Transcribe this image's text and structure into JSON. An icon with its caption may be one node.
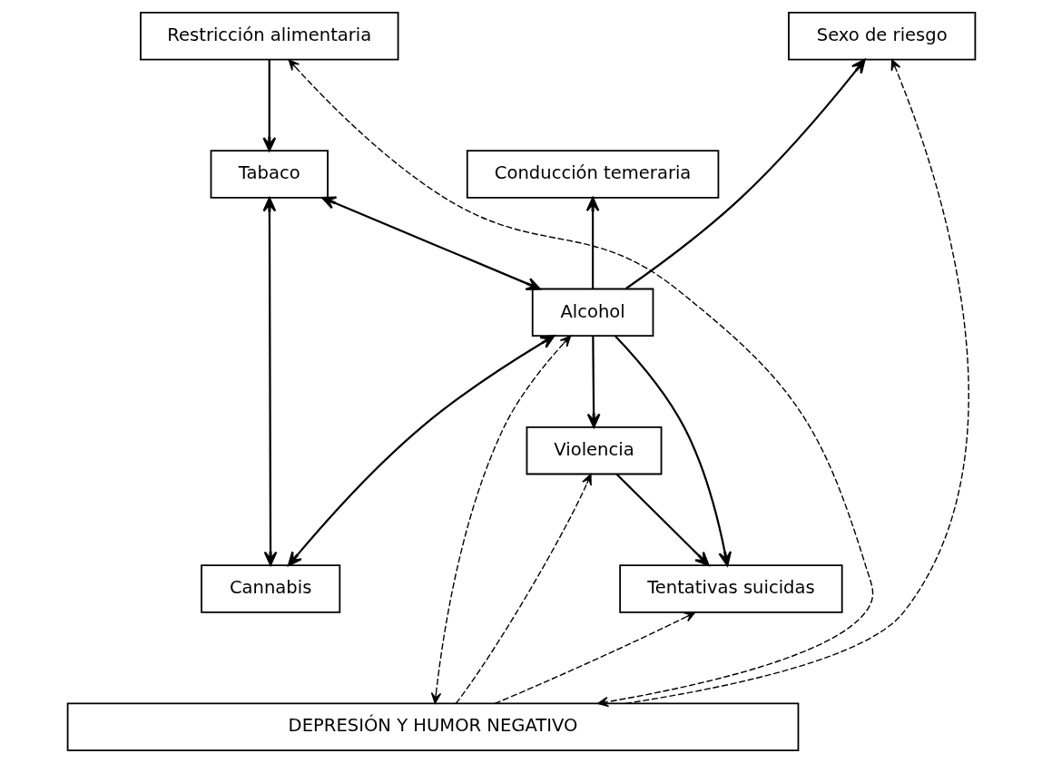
{
  "diagram": {
    "nodes": [
      {
        "text": [
          "Restricción alimentaria"
        ]
      },
      {
        "text": [
          "Sexo de riesgo"
        ]
      },
      {
        "text": [
          "Tabaco"
        ]
      },
      {
        "text": [
          "Conducción temeraria"
        ]
      },
      {
        "text": [
          "Alcohol"
        ]
      },
      {
        "text": [
          "Tentativas suicidas"
        ]
      },
      {
        "text": [
          "Cannabis"
        ]
      },
      {
        "text": [
          "Violencia"
        ]
      },
      {
        "text": [
          "DEPRESIÓN Y HUMOR NEGATIVO"
        ]
      }
    ],
    "edges": [
      {
        "from": 0,
        "to": 2,
        "arrow": "to"
      },
      {
        "from": 2,
        "to": 6,
        "arrow": "both"
      },
      {
        "from": 2,
        "to": 4,
        "arrow": "both"
      },
      {
        "from": 6,
        "to": 4,
        "arrow": "both"
      },
      {
        "from": 4,
        "to": 1,
        "arrow": "to"
      },
      {
        "from": 4,
        "to": 3,
        "arrow": "to"
      },
      {
        "from": 4,
        "to": 5,
        "arrow": "to"
      },
      {
        "from": 4,
        "to": 7,
        "arrow": "to"
      },
      {
        "from": 7,
        "to": 5,
        "arrow": "to"
      },
      {
        "from": 0,
        "to": 8,
        "arrow": "both",
        "style": "dashed"
      },
      {
        "from": 4,
        "to": 8,
        "arrow": "both",
        "style": "dashed"
      },
      {
        "from": 8,
        "to": 7,
        "arrow": "to",
        "style": "dashed"
      },
      {
        "from": 8,
        "to": 1,
        "arrow": "to",
        "style": "dashed"
      },
      {
        "from": 8,
        "to": 5,
        "arrow": "to",
        "style": "dashed"
      }
    ]
  }
}
